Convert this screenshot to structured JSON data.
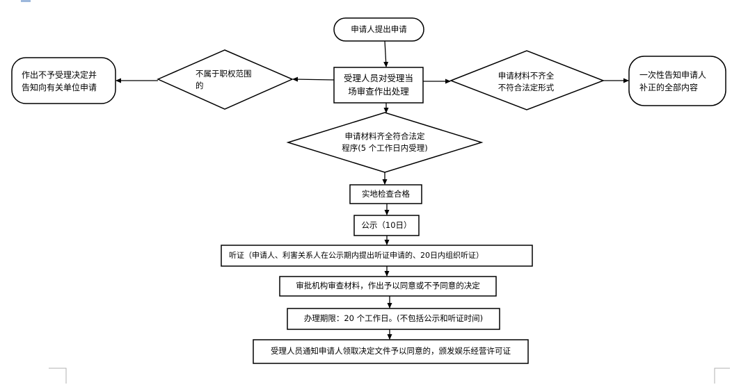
{
  "nodes": {
    "start": "申请人提出申请",
    "review": [
      "受理人员对受理当",
      "场审查作出处理"
    ],
    "not_in_scope": [
      "不属于职权范围",
      "的"
    ],
    "reject": [
      "作出不予受理决定并",
      "告知向有关单位申请"
    ],
    "incomplete": [
      "申请材料不齐全",
      "不符合法定形式"
    ],
    "notify_all": [
      "一次性告知申请人",
      "补正的全部内容"
    ],
    "complete": [
      "申请材料齐全符合法定",
      "程序(5 个工作日内受理)"
    ],
    "inspect": "实地检查合格",
    "publicize": "公示（10日）",
    "hearing": "听证（申请人、利害关系人在公示期内提出听证申请的、20日内组织听证）",
    "approval": "审批机构审查材料，作出予以同意或不予同意的决定",
    "deadline": "办理期限：20 个工作日。(不包括公示和听证时间)",
    "notify_final": "受理人员通知申请人领取决定文件予以同意的，颁发娱乐经营许可证"
  },
  "colors": {
    "stroke": "#000000",
    "corner_marks": "#b0b0b0",
    "accent": "#9db8dc"
  }
}
